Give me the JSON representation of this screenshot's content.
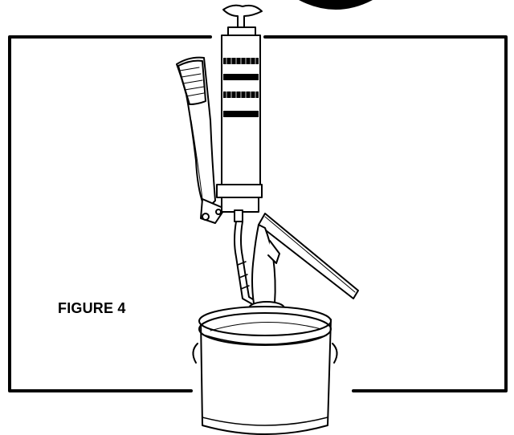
{
  "figure": {
    "caption": "FIGURE 4",
    "line_color": "#000000",
    "background_color": "#ffffff",
    "depicts": [
      "grease-gun",
      "bucket-pump",
      "pail"
    ]
  }
}
